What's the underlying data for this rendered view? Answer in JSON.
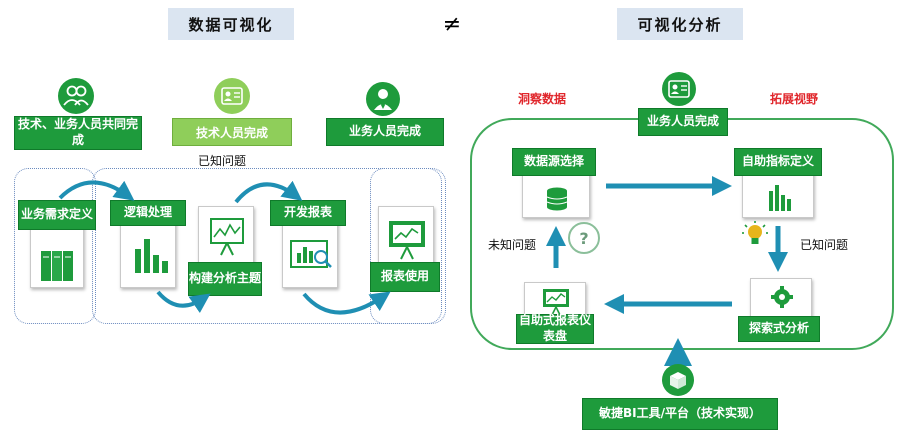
{
  "titles": {
    "left": "数据可视化",
    "neq": "≠",
    "right": "可视化分析"
  },
  "left": {
    "roles": {
      "joint": "技术、业务人员共同完成",
      "tech": "技术人员完成",
      "business": "业务人员完成"
    },
    "known_problem": "已知问题",
    "steps": {
      "requirements": "业务需求定义",
      "logic": "逻辑处理",
      "build_topic": "构建分析主题",
      "develop_report": "开发报表",
      "use_report": "报表使用"
    }
  },
  "right": {
    "insight": "洞察数据",
    "expand": "拓展视野",
    "role": "业务人员完成",
    "nodes": {
      "source": "数据源选择",
      "custom_metric": "自助指标定义",
      "explore": "探索式分析",
      "self_report": "自助式报表仪表盘"
    },
    "unknown": "未知问题",
    "known": "已知问题",
    "platform": "敏捷BI工具/平台（技术实现）"
  },
  "colors": {
    "green": "#1e9b3c",
    "light_green": "#8fce5a",
    "arrow_blue": "#1f8fb3",
    "red": "#e0262b"
  },
  "icons": [
    "people-icon",
    "person-card-icon",
    "businessman-icon",
    "books-icon",
    "bar-chart-icon",
    "presentation-chart-icon",
    "monitor-search-icon",
    "database-icon",
    "question-icon",
    "lightbulb-icon",
    "gear-icon",
    "box-icon"
  ]
}
